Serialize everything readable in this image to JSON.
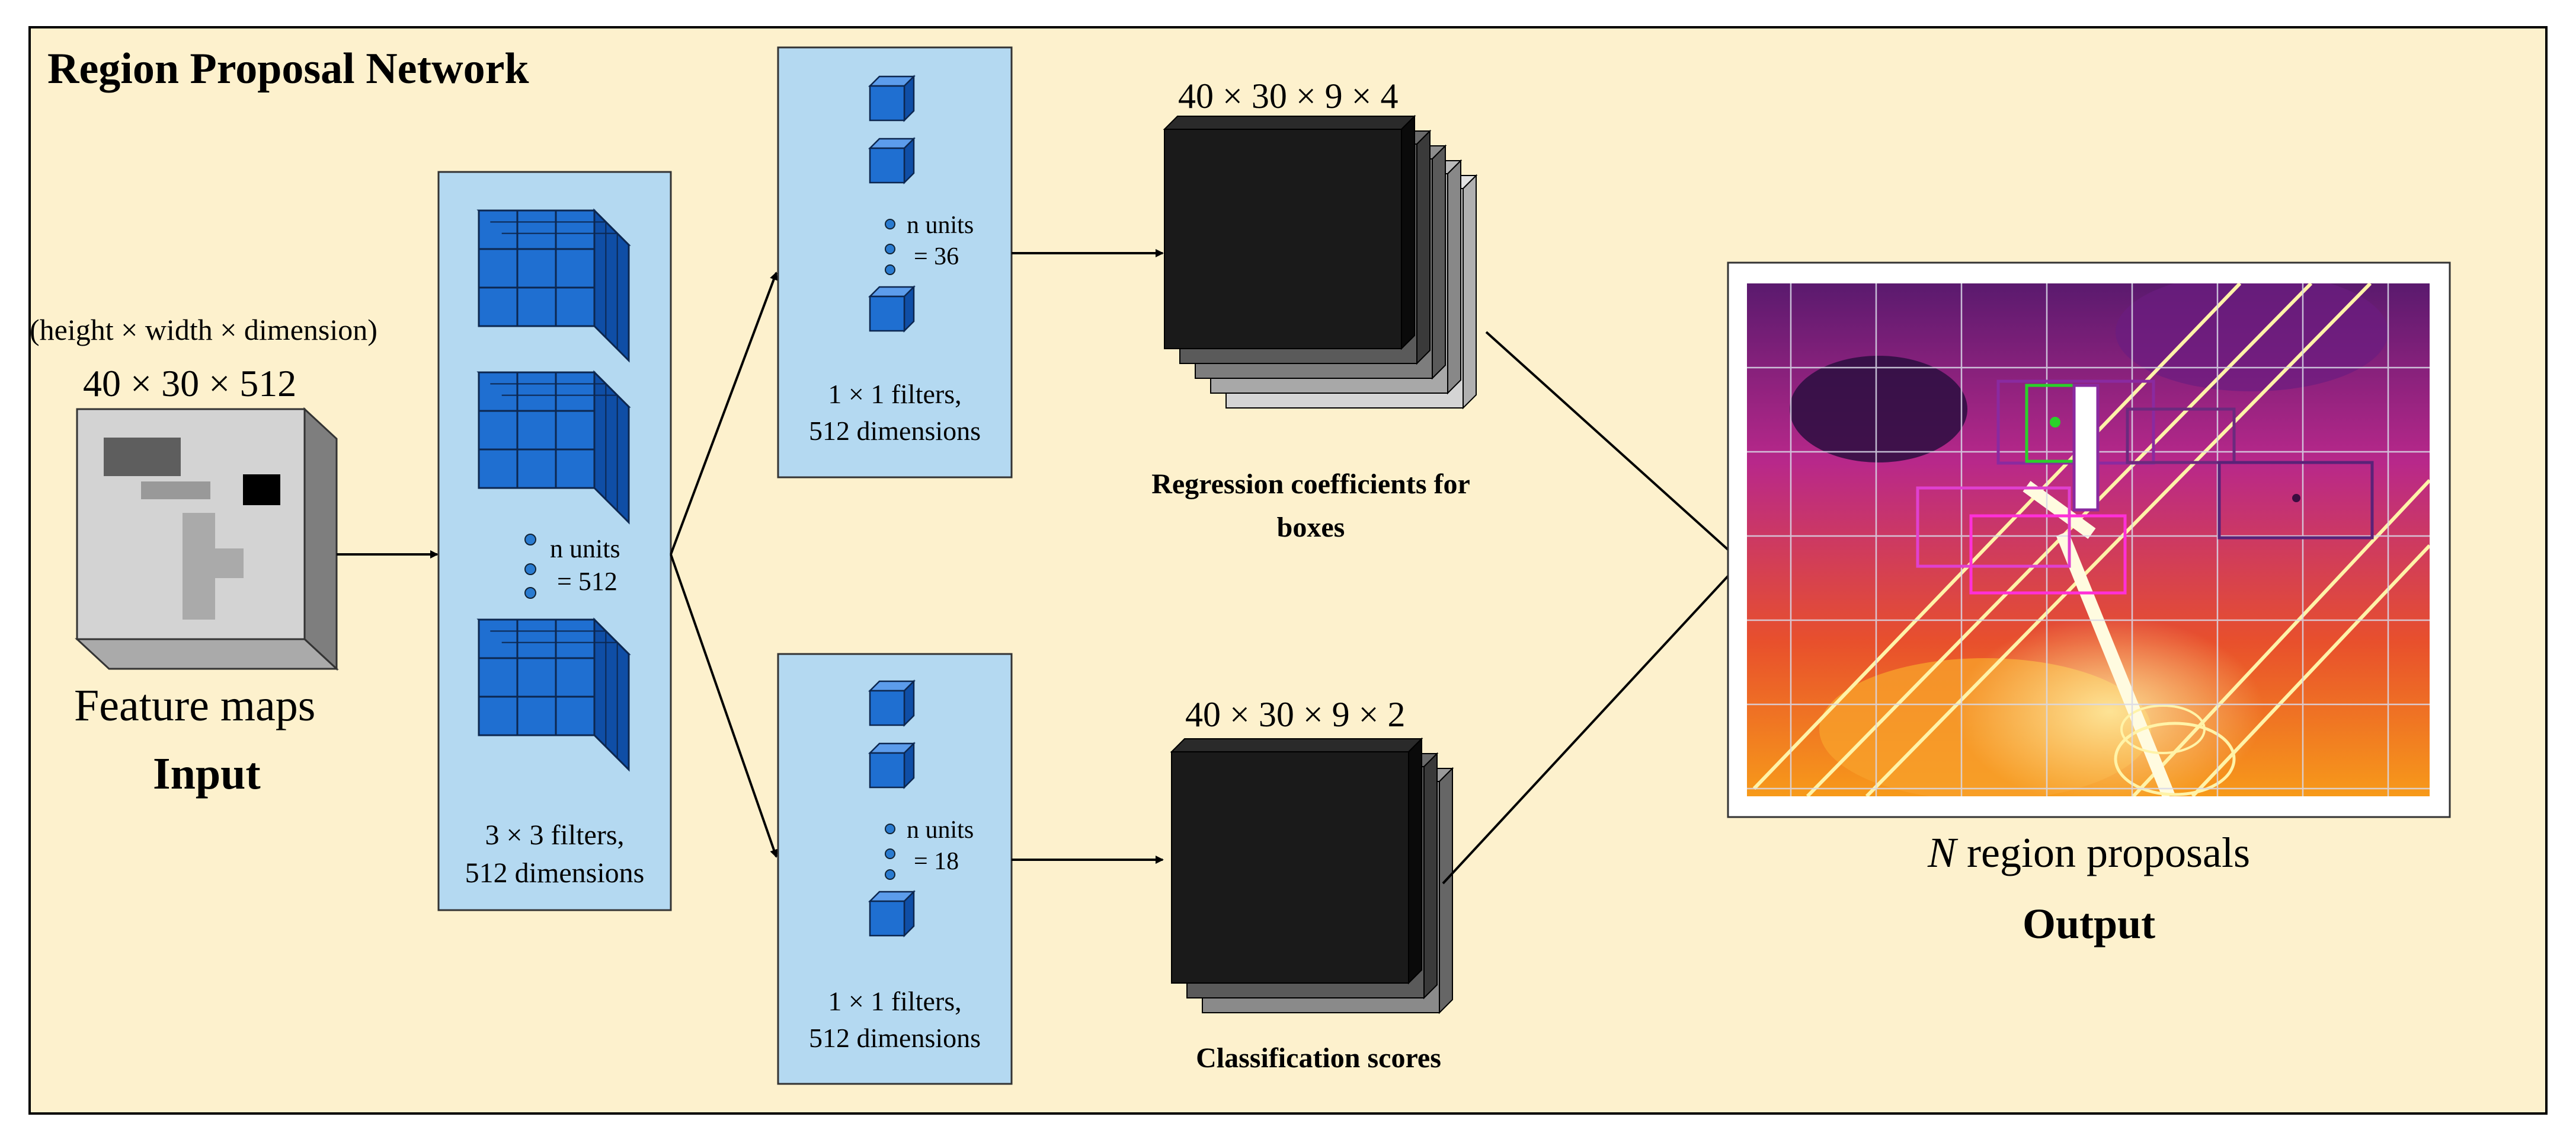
{
  "title": "Region Proposal Network",
  "input": {
    "dims_caption": "(height × width × dimension)",
    "size": "40 × 30 × 512",
    "name": "Feature maps",
    "label": "Input"
  },
  "conv": {
    "units_line1": "n units",
    "units_line2": "= 512",
    "filters_line1": "3 × 3 filters,",
    "filters_line2": "512 dimensions"
  },
  "reg_branch": {
    "units_line1": "n units",
    "units_line2": "= 36",
    "filters_line1": "1 × 1 filters,",
    "filters_line2": "512 dimensions",
    "output_size": "40 × 30 × 9 × 4",
    "output_line1": "Regression coefficients for",
    "output_line2": "boxes"
  },
  "cls_branch": {
    "units_line1": "n units",
    "units_line2": "= 18",
    "filters_line1": "1 × 1 filters,",
    "filters_line2": "512 dimensions",
    "output_size": "40 × 30 × 9 × 2",
    "output_label": "Classification scores"
  },
  "output": {
    "n_symbol": "N",
    "caption": " region proposals",
    "label": "Output"
  },
  "colors": {
    "background": "#fdf1cd",
    "panel": "#b4d9f1",
    "cube_front": "#1f6fd1",
    "cube_top": "#5c9ceb",
    "cube_side": "#0f4ea6",
    "dot": "#2a7bd0"
  }
}
